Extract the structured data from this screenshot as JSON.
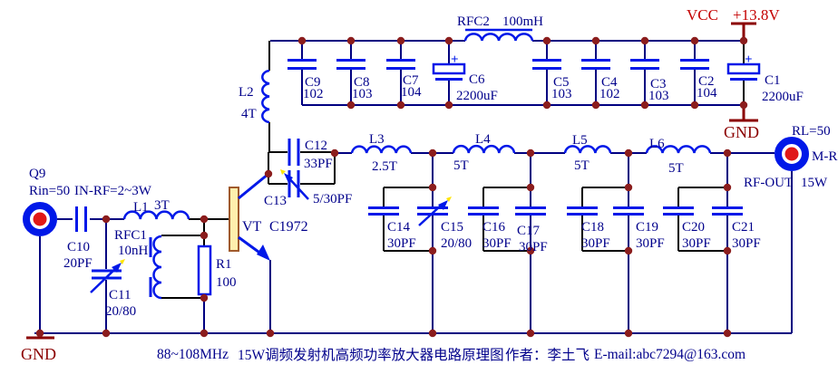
{
  "colors": {
    "wire": "#000080",
    "local_wire": "#000000",
    "component_blue": "#0018e8",
    "junction_dot": "#8b1d1d",
    "label_navy": "#00008b",
    "power_red": "#c40000",
    "ground_red": "#8b0000",
    "transistor_fill": "#ffefad",
    "connector_red": "#e01818"
  },
  "input": {
    "designator": "Q9",
    "impedance": "Rin=50",
    "drive": "IN-RF=2~3W"
  },
  "output": {
    "load": "RL=50",
    "connector": "M-RF",
    "port": "RF-OUT",
    "power": "15W"
  },
  "power": {
    "vcc": "VCC",
    "voltage": "+13.8V",
    "gnd_top": "GND",
    "gnd_bottom": "GND"
  },
  "transistor": {
    "designator": "VT",
    "part": "C1972"
  },
  "resistor": {
    "ref": "R1",
    "value": "100"
  },
  "chokes": {
    "rfc1": {
      "ref": "RFC1",
      "value": "10nH"
    },
    "rfc2": {
      "ref": "RFC2",
      "value": "100mH"
    }
  },
  "inductors": {
    "l1": {
      "ref": "L1",
      "turns": "3T"
    },
    "l2": {
      "ref": "L2",
      "turns": "4T"
    },
    "l3": {
      "ref": "L3",
      "turns": "2.5T"
    },
    "l4": {
      "ref": "L4",
      "turns": "5T"
    },
    "l5": {
      "ref": "L5",
      "turns": "5T"
    },
    "l6": {
      "ref": "L6",
      "turns": "5T"
    }
  },
  "caps": {
    "c1": {
      "ref": "C1",
      "value": "2200uF",
      "plus": "+"
    },
    "c2": {
      "ref": "C2",
      "value": "104"
    },
    "c3": {
      "ref": "C3",
      "value": "103"
    },
    "c4": {
      "ref": "C4",
      "value": "102"
    },
    "c5": {
      "ref": "C5",
      "value": "103"
    },
    "c6": {
      "ref": "C6",
      "value": "2200uF",
      "plus": "+"
    },
    "c7": {
      "ref": "C7",
      "value": "104"
    },
    "c8": {
      "ref": "C8",
      "value": "103"
    },
    "c9": {
      "ref": "C9",
      "value": "102"
    },
    "c10": {
      "ref": "C10",
      "value": "20PF"
    },
    "c11": {
      "ref": "C11",
      "value": "20/80"
    },
    "c12": {
      "ref": "C12",
      "value": "33PF"
    },
    "c13": {
      "ref": "C13",
      "value": "5/30PF"
    },
    "c14": {
      "ref": "C14",
      "value": "30PF"
    },
    "c15": {
      "ref": "C15",
      "value": "20/80"
    },
    "c16": {
      "ref": "C16",
      "value": "30PF"
    },
    "c17": {
      "ref": "C17",
      "value": "30PF"
    },
    "c18": {
      "ref": "C18",
      "value": "30PF"
    },
    "c19": {
      "ref": "C19",
      "value": "30PF"
    },
    "c20": {
      "ref": "C20",
      "value": "30PF"
    },
    "c21": {
      "ref": "C21",
      "value": "30PF"
    }
  },
  "caption": {
    "freq": "88~108MHz",
    "title": "15W调频发射机高频功率放大器电路原理图",
    "author": "作者：李土飞",
    "email": "E-mail:abc7294@163.com"
  }
}
